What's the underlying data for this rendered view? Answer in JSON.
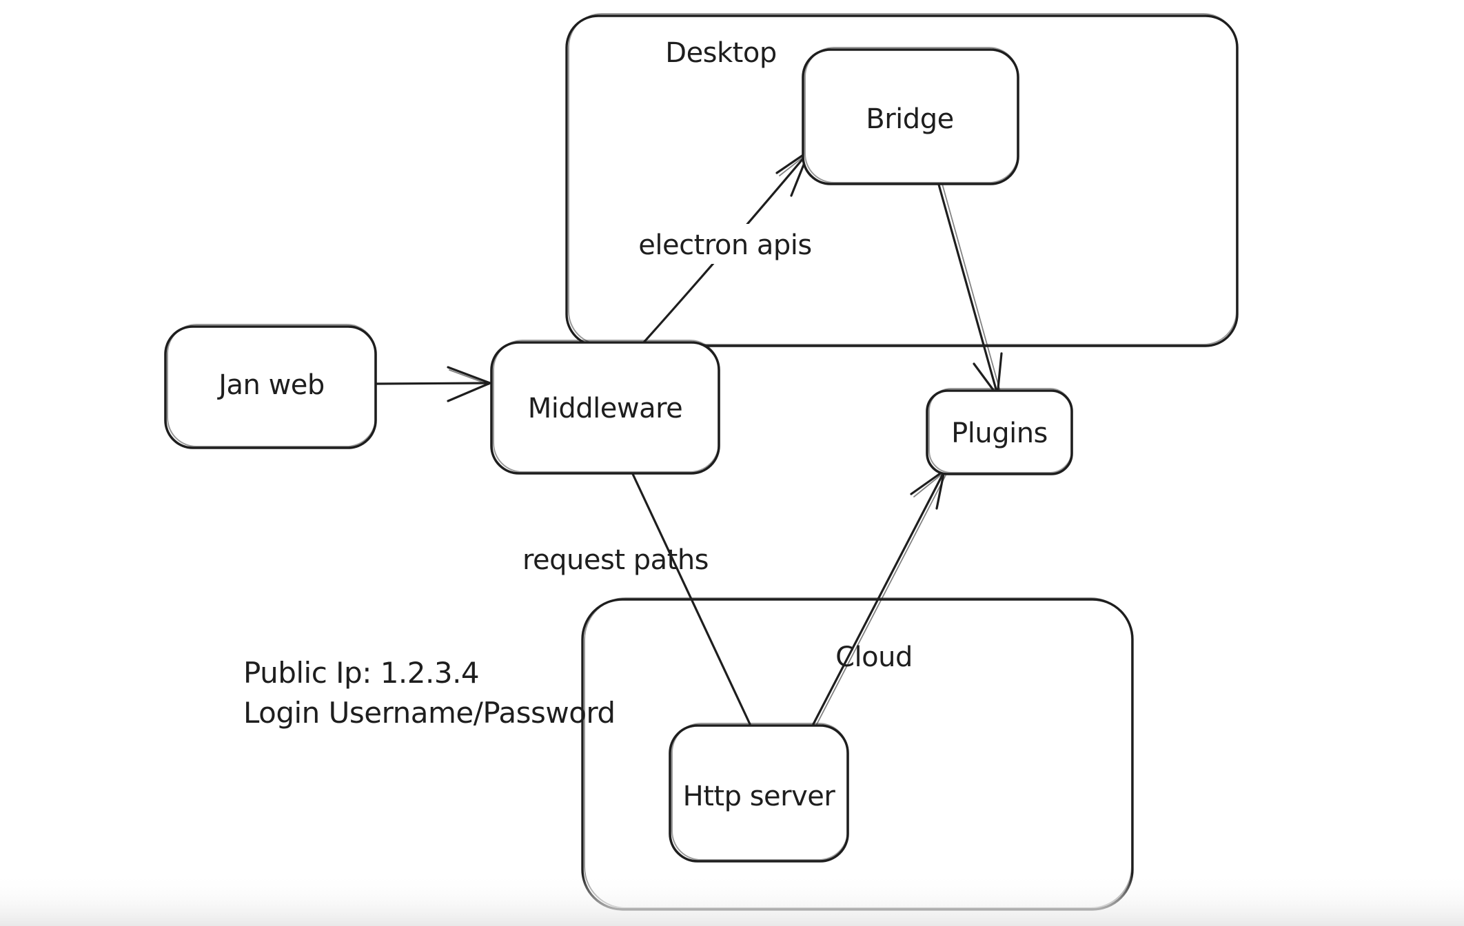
{
  "diagram": {
    "containers": {
      "desktop": {
        "label": "Desktop"
      },
      "cloud": {
        "label": "Cloud"
      }
    },
    "nodes": {
      "jan_web": {
        "label": "Jan web"
      },
      "middleware": {
        "label": "Middleware"
      },
      "bridge": {
        "label": "Bridge"
      },
      "plugins": {
        "label": "Plugins"
      },
      "http_server": {
        "label": "Http server"
      }
    },
    "edge_labels": {
      "electron_apis": "electron apis",
      "request_paths": "request paths"
    },
    "annotations": {
      "public_ip": "Public Ip: 1.2.3.4",
      "login": "Login Username/Password"
    },
    "colors": {
      "stroke": "#1e1e1e",
      "background": "#ffffff",
      "bottom_fade": "#ebebeb"
    }
  }
}
